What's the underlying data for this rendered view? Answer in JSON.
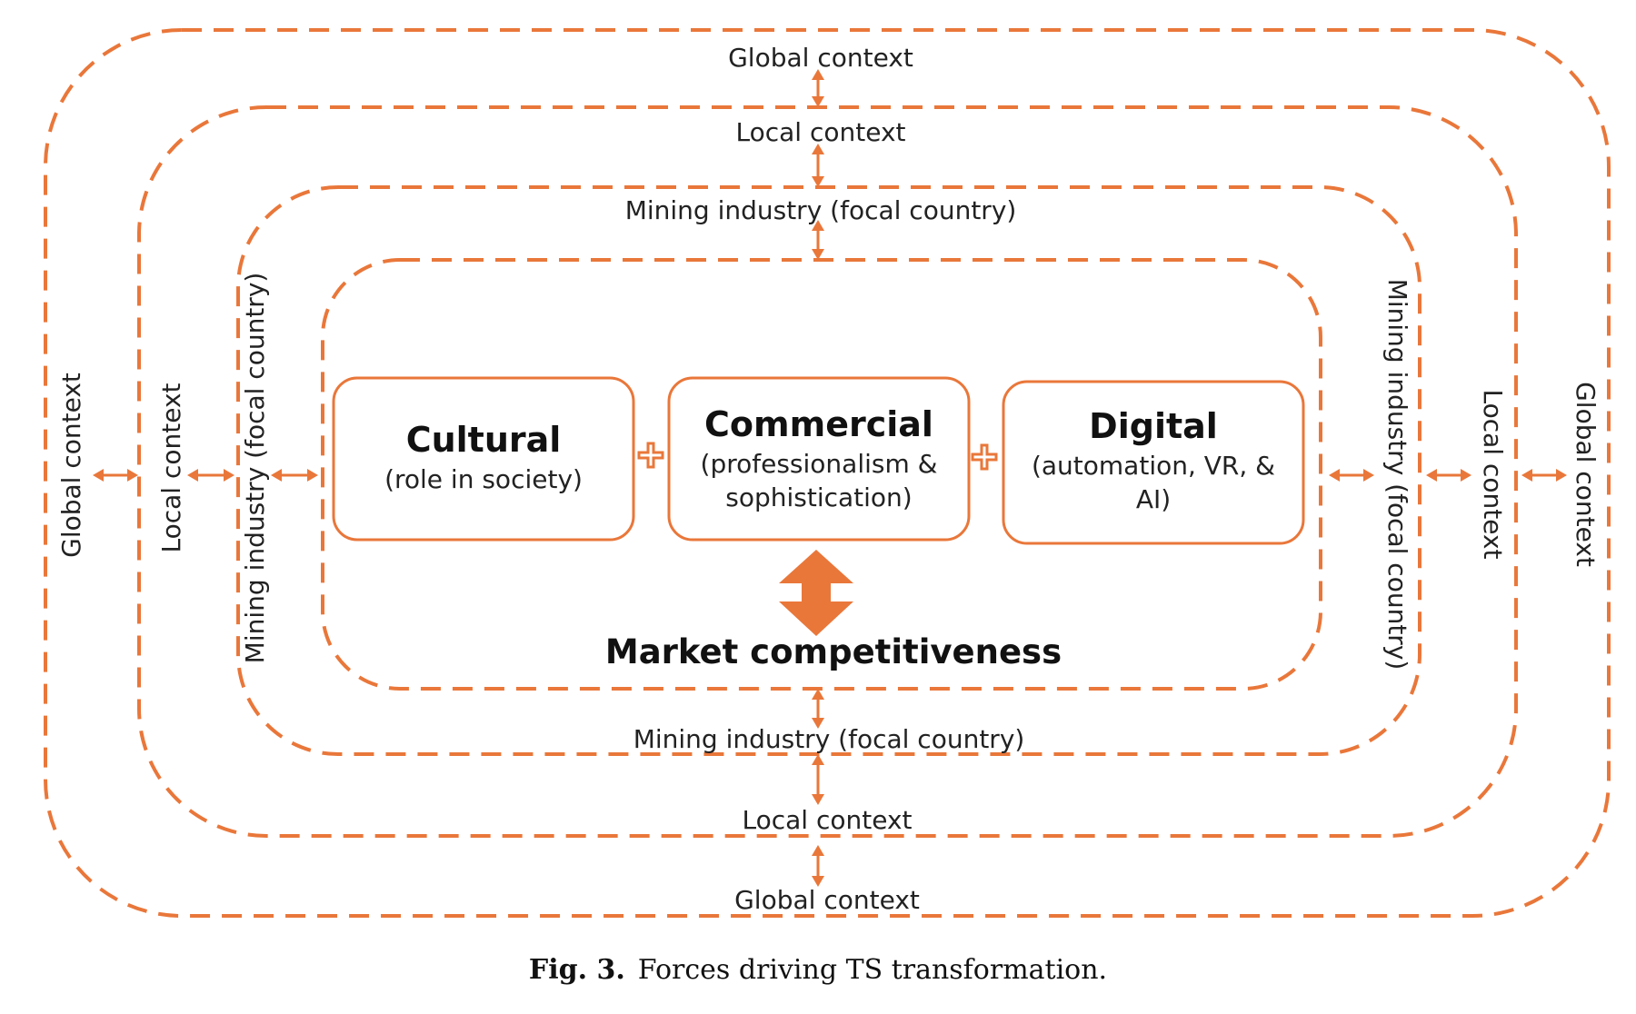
{
  "diagram": {
    "accent_color": "#E9773A",
    "rings": {
      "global": {
        "top": "Global context",
        "bottom": "Global context",
        "left": "Global context",
        "right": "Global context"
      },
      "local": {
        "top": "Local context",
        "bottom": "Local context",
        "left": "Local context",
        "right": "Local context"
      },
      "mining": {
        "top": "Mining industry (focal country)",
        "bottom": "Mining industry (focal country)",
        "left": "Mining industry (focal country)",
        "right": "Mining industry (focal country)"
      }
    },
    "boxes": [
      {
        "title": "Cultural",
        "lines": [
          "(role in society)"
        ]
      },
      {
        "title": "Commercial",
        "lines": [
          "(professionalism &",
          "sophistication)"
        ]
      },
      {
        "title": "Digital",
        "lines": [
          "(automation, VR, &",
          "AI)"
        ]
      }
    ],
    "core_label": "Market competitiveness"
  },
  "caption": {
    "number": "Fig. 3.",
    "text": "Forces driving TS transformation."
  }
}
